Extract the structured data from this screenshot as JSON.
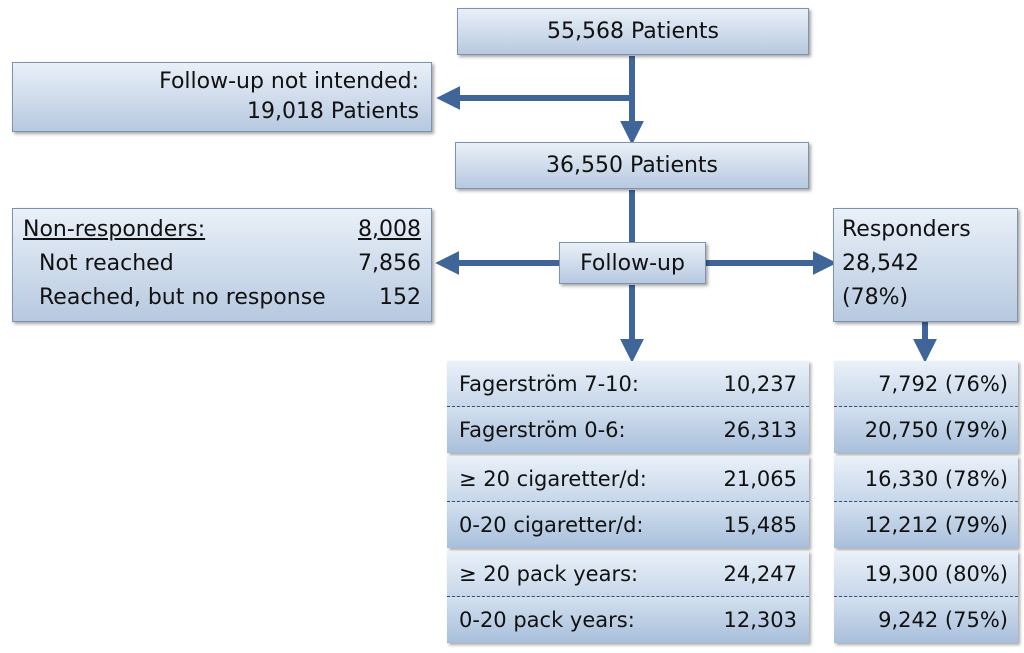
{
  "top_box": "55,568 Patients",
  "excluded": {
    "line1": "Follow-up not intended:",
    "line2": "19,018 Patients"
  },
  "second_box": "36,550 Patients",
  "followup": "Follow-up",
  "nonresponders": {
    "title": "Non-responders:",
    "total": "8,008",
    "rows": [
      {
        "label": "Not reached",
        "value": "7,856"
      },
      {
        "label": "Reached, but no response",
        "value": "152"
      }
    ]
  },
  "responders": {
    "title": "Responders",
    "count": "28,542",
    "pct": "(78%)"
  },
  "table": [
    {
      "label": "Fagerström 7-10:",
      "total": "10,237",
      "resp": "7,792 (76%)"
    },
    {
      "label": "Fagerström 0-6:",
      "total": "26,313",
      "resp": "20,750 (79%)"
    },
    {
      "label": "≥ 20 cigaretter/d:",
      "total": "21,065",
      "resp": "16,330 (78%)"
    },
    {
      "label": "0-20 cigaretter/d:",
      "total": "15,485",
      "resp": "12,212 (79%)"
    },
    {
      "label": "≥ 20 pack years:",
      "total": "24,247",
      "resp": "19,300 (80%)"
    },
    {
      "label": "0-20 pack years:",
      "total": "12,303",
      "resp": "9,242 (75%)"
    }
  ],
  "colors": {
    "arrow": "#3f6599",
    "box_border": "#7f93ad"
  }
}
